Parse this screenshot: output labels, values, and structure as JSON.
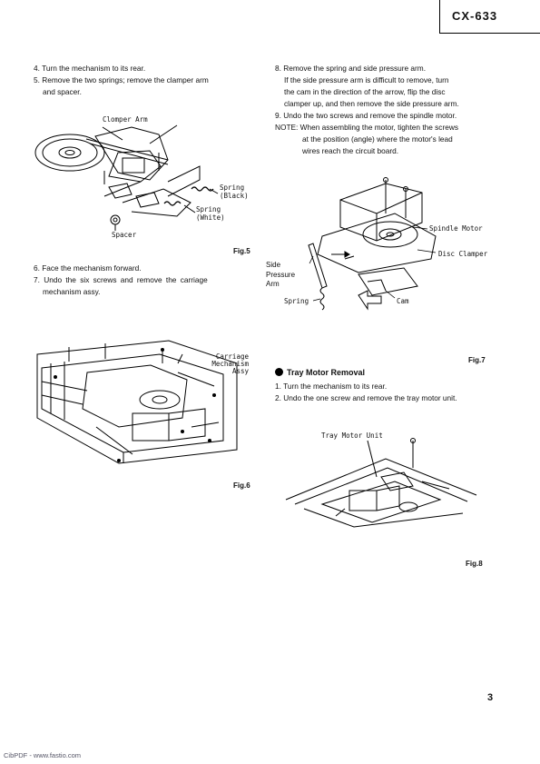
{
  "header": {
    "model": "CX-633"
  },
  "left_steps_a": [
    "4. Turn the mechanism to its rear.",
    "5. Remove the two springs; remove the clamper arm",
    "and spacer."
  ],
  "fig5": {
    "caption": "Fig.5",
    "labels": {
      "clamper_arm": "Clomper Arm",
      "spring_black_1": "Spring",
      "spring_black_2": "(Black)",
      "spring_white_1": "Spring",
      "spring_white_2": "(White)",
      "spacer": "Spacer"
    }
  },
  "left_steps_b": [
    "6. Face the mechanism forward.",
    "7. Undo the six screws and remove the carriage",
    "mechanism assy."
  ],
  "fig6": {
    "caption": "Fig.6",
    "labels": {
      "line1": "Carriage Mechanism",
      "line2": "Assy"
    }
  },
  "right_steps": [
    "8. Remove the spring and side pressure arm.",
    "If the side pressure arm is difficult to remove, turn",
    "the cam in the direction of the arrow, flip the disc",
    "clamper up, and then remove the side pressure arm.",
    "9. Undo the two screws and remove the spindle motor.",
    "NOTE: When assembling the motor, tighten the screws",
    "at the position (angle) where the motor's lead",
    "wires reach the circuit board."
  ],
  "fig7": {
    "caption": "Fig.7",
    "labels": {
      "spindle_motor": "Spindle Motor",
      "disc_clamper": "Disc Clamper",
      "side1": "Side",
      "side2": "Pressure",
      "side3": "Arm",
      "spring": "Spring",
      "cam": "Cam"
    }
  },
  "tray": {
    "heading": "Tray Motor Removal",
    "steps": [
      "1. Turn the mechanism to its rear.",
      "2. Undo the one screw and remove the tray motor unit."
    ]
  },
  "fig8": {
    "caption": "Fig.8",
    "labels": {
      "tray_motor_unit": "Tray Motor Unit"
    }
  },
  "page_number": "3",
  "footer": "CibPDF - www.fastio.com"
}
